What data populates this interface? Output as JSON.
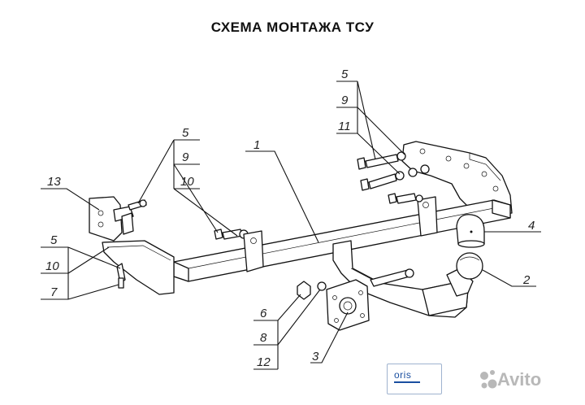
{
  "title": "СХЕМА МОНТАЖА ТСУ",
  "callouts": {
    "c1": "1",
    "c2": "2",
    "c3": "3",
    "c4": "4",
    "tr_5": "5",
    "tr_9": "9",
    "tr_11": "11",
    "ul_5": "5",
    "ul_9": "9",
    "ul_10": "10",
    "l_13": "13",
    "ll_5": "5",
    "ll_10": "10",
    "ll_7": "7",
    "bc_6": "6",
    "bc_8": "8",
    "bc_12": "12"
  },
  "logo": {
    "text": "oris"
  },
  "watermark": {
    "text": "Avito",
    "icon": "avito-dots-icon"
  }
}
